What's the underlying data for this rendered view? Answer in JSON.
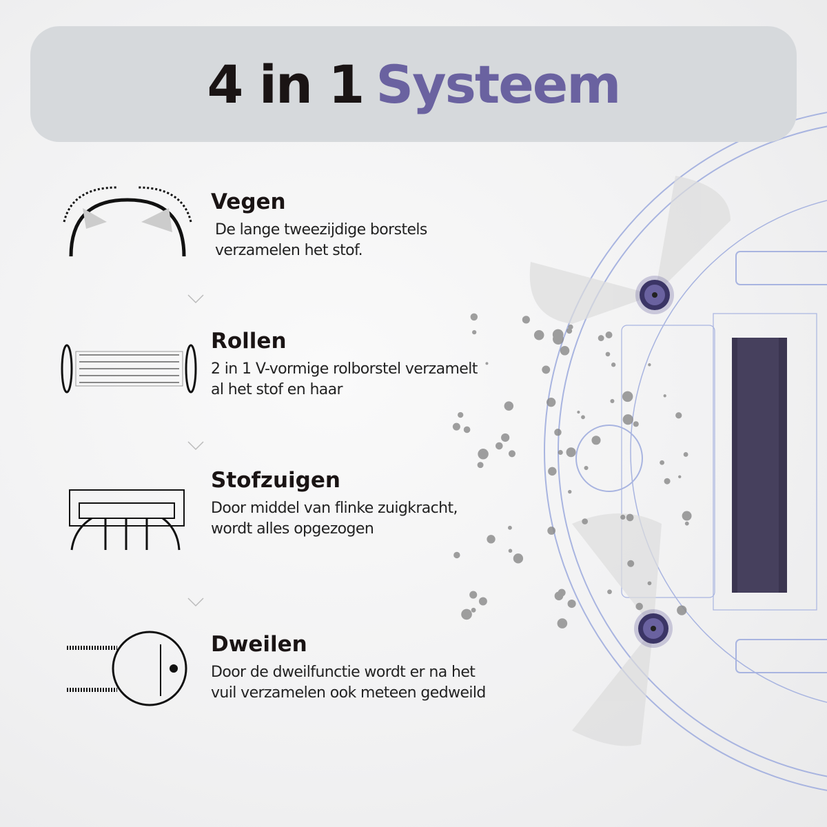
{
  "header": {
    "title_part1": "4 in 1",
    "title_part2": "Systeem"
  },
  "features": [
    {
      "title": "Vegen",
      "desc_line1": "De lange tweezijdige borstels",
      "desc_line2": "verzamelen het stof."
    },
    {
      "title": "Rollen",
      "desc_line1": "2 in 1 V-vormige rolborstel verzamelt",
      "desc_line2": "al het stof en haar"
    },
    {
      "title": "Stofzuigen",
      "desc_line1": "Door middel van flinke zuigkracht,",
      "desc_line2": "wordt alles opgezogen"
    },
    {
      "title": "Dweilen",
      "desc_line1": "Door de dweilfunctie wordt er na het",
      "desc_line2": "vuil verzamelen ook meteen gedweild"
    }
  ],
  "colors": {
    "accent": "#6a62a0",
    "banner": "#d6d9dc",
    "text": "#1a1414",
    "outline": "#9aa8d8"
  }
}
